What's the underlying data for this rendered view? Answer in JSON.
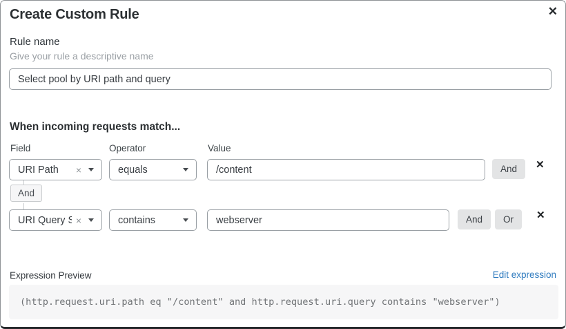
{
  "dialog": {
    "title": "Create Custom Rule",
    "close_icon": "✕"
  },
  "rule_name": {
    "label": "Rule name",
    "helper": "Give your rule a descriptive name",
    "value": "Select pool by URI path and query"
  },
  "match": {
    "heading": "When incoming requests match...",
    "columns": {
      "field": "Field",
      "operator": "Operator",
      "value": "Value"
    },
    "connector_label": "And",
    "rows": [
      {
        "field": "URI Path",
        "clear_icon": "×",
        "operator": "equals",
        "value": "/content",
        "and_label": "And",
        "remove_icon": "✕"
      },
      {
        "field": "URI Query St...",
        "clear_icon": "×",
        "operator": "contains",
        "value": "webserver",
        "and_label": "And",
        "or_label": "Or",
        "remove_icon": "✕"
      }
    ]
  },
  "expression": {
    "label": "Expression Preview",
    "edit_link": "Edit expression",
    "code": "(http.request.uri.path eq \"/content\" and http.request.uri.query contains \"webserver\")"
  },
  "colors": {
    "link_blue": "#2f7bbf",
    "button_gray": "#e3e4e5",
    "input_border_gray": "#9aa0a5"
  }
}
